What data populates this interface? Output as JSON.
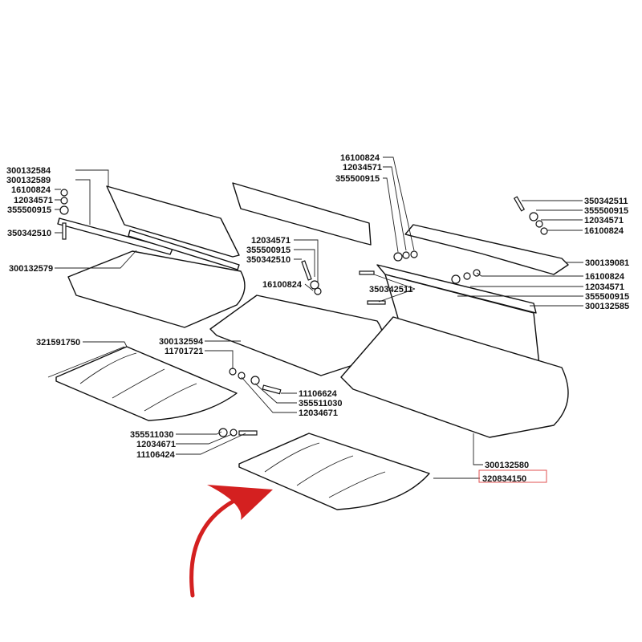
{
  "labels": {
    "p300132584": "300132584",
    "p300132589": "300132589",
    "l16100824": "16100824",
    "l12034571": "12034571",
    "l355500915": "355500915",
    "l350342510": "350342510",
    "p300132579": "300132579",
    "m12034571": "12034571",
    "m355500915": "355500915",
    "m350342510": "350342510",
    "m16100824": "16100824",
    "t16100824": "16100824",
    "t12034571": "12034571",
    "t355500915": "355500915",
    "r350342511": "350342511",
    "r355500915": "355500915",
    "r12034571": "12034571",
    "r16100824": "16100824",
    "p300139081": "300139081",
    "s16100824": "16100824",
    "s12034571": "12034571",
    "s355500915": "355500915",
    "p300132585": "300132585",
    "c350342511": "350342511",
    "p321591750": "321591750",
    "p300132594": "300132594",
    "p11701721": "11701721",
    "p11106624": "11106624",
    "p355511030a": "355511030",
    "p12034671a": "12034671",
    "p355511030b": "355511030",
    "p12034671b": "12034671",
    "p11106424": "11106424",
    "p300132580": "300132580",
    "p320834150": "320834150"
  },
  "highlight": {
    "part": "320834150",
    "box_color": "#e05050",
    "arrow_color": "#d42020"
  }
}
